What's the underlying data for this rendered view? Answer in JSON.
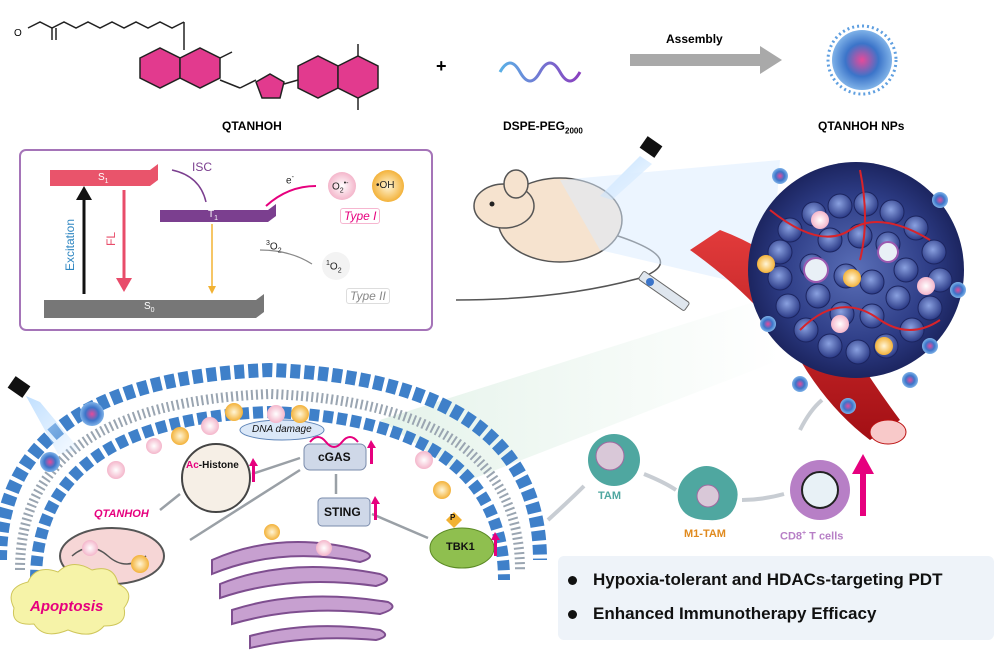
{
  "labels": {
    "compound": "QTANHOH",
    "plus": "+",
    "polymer": "DSPE-PEG",
    "polymer_sub": "2000",
    "assembly": "Assembly",
    "nanoparticles": "QTANHOH NPs"
  },
  "jablonski": {
    "s1": "S",
    "s1_sub": "1",
    "t1": "T",
    "t1_sub": "1",
    "s0": "S",
    "s0_sub": "0",
    "isc": "ISC",
    "excitation": "Excitation",
    "fl": "FL",
    "electron": "e",
    "electron_sup": "-",
    "superoxide": "O",
    "superoxide_sub": "2",
    "superoxide_sup": "•-",
    "hydroxyl": "•OH",
    "type1": "Type I",
    "triplet_oxygen_sup": "3",
    "triplet_oxygen": "O",
    "triplet_oxygen_sub": "2",
    "singlet_oxygen_sup": "1",
    "singlet_oxygen": "O",
    "singlet_oxygen_sub": "2",
    "type2": "Type II"
  },
  "cell": {
    "dna_damage": "DNA damage",
    "ac_prefix": "Ac",
    "histone": "-Histone",
    "qtanhoh": "QTANHOH",
    "apoptosis": "Apoptosis",
    "cgas": "cGAS",
    "sting": "STING",
    "tbk1": "TBK1",
    "phospho": "P"
  },
  "immune": {
    "tam": "TAM",
    "m1_tam": "M1-TAM",
    "cd8": "CD8",
    "cd8_sup": "+",
    "cd8_suffix": " T cells"
  },
  "highlights": [
    "Hypoxia-tolerant and HDACs-targeting PDT",
    "Enhanced Immunotherapy Efficacy"
  ],
  "colors": {
    "magenta": "#e6007e",
    "s1": "#e9546b",
    "t1": "#7b3f8f",
    "s0": "#777777",
    "box_border": "#a574b8",
    "cgas": "#cfd8e8",
    "tbk1": "#8fbf4f",
    "tam": "#4fa7a0",
    "m1": "#e08a1e",
    "cd8": "#b77fc6"
  }
}
